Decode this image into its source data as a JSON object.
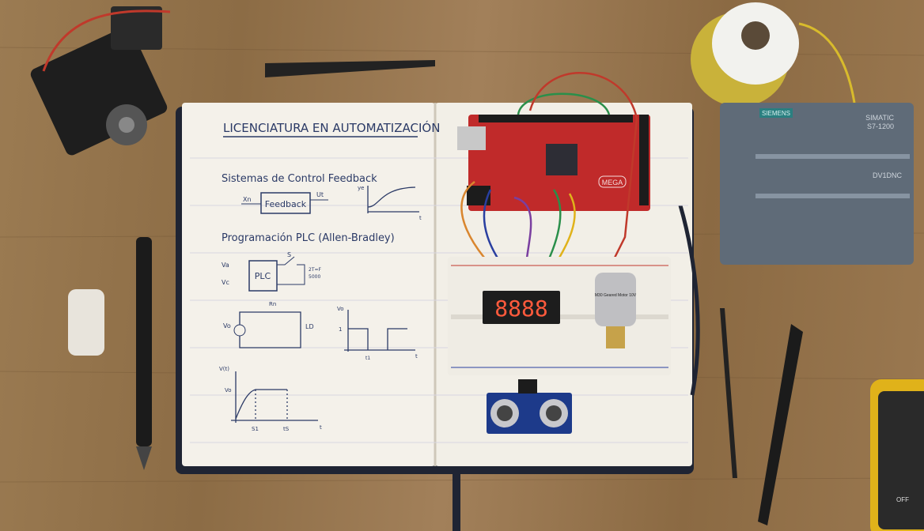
{
  "notebook": {
    "title": "LICENCIATURA EN AUTOMATIZACIÓN",
    "section1": "Sistemas de Control Feedback",
    "feedback_box": "Feedback",
    "input_label": "Xn",
    "output_label": "Ut",
    "graph1_y": "ye",
    "graph1_x": "t",
    "section2": "Programación PLC (Allen-Bradley)",
    "plc_box": "PLC",
    "plc_in1": "Va",
    "plc_in2": "Vc",
    "switch_label": "S",
    "cap_label_1": "2T=F",
    "cap_label_2": "5000",
    "resistor_label": "Rn",
    "source_label": "Vo",
    "load_label": "LD",
    "graph2_y": "Vo",
    "graph2_level": "1",
    "graph2_tick": "t1",
    "graph2_x": "t",
    "graph3_y": "V(t)",
    "graph3_level": "Vo",
    "graph3_t1": "S1",
    "graph3_t2": "tS",
    "graph3_x": "t"
  },
  "arduino": {
    "brand": "MEGA"
  },
  "display": {
    "digits": "8888"
  },
  "motor": {
    "label": "M30 Geared Motor 10V"
  },
  "plc_device": {
    "brand": "SIEMENS",
    "model_line1": "SIMATIC",
    "model_line2": "S7-1200",
    "module": "DV1DNC"
  },
  "multimeter": {
    "mode": "OFF"
  },
  "colors": {
    "wood": "#9b7b52",
    "paper": "#f4f1ea",
    "ink": "#2b3a66",
    "arduino": "#c02a2a",
    "plc": "#5f6b78"
  }
}
